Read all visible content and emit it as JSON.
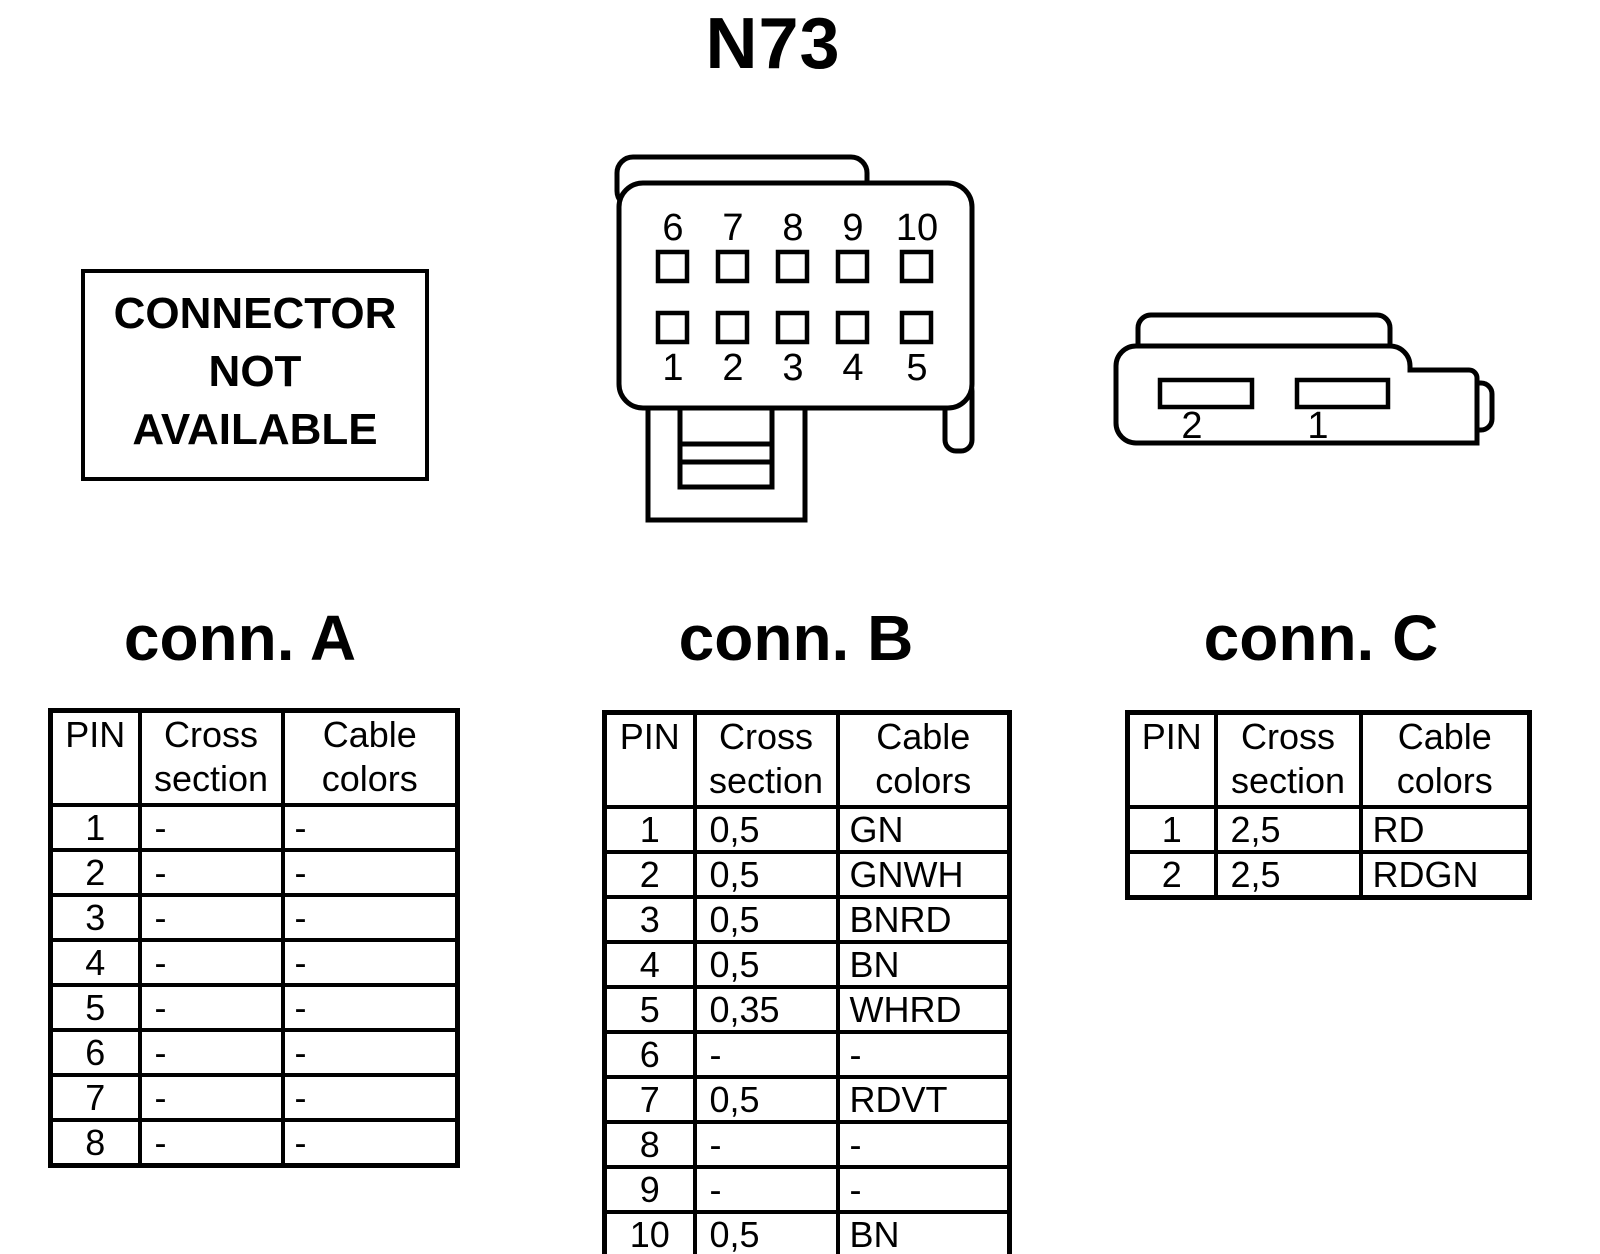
{
  "page": {
    "title": "N73",
    "background_color": "#ffffff",
    "ink_color": "#000000"
  },
  "not_available_box": {
    "lines": [
      "CONNECTOR",
      "NOT",
      "AVAILABLE"
    ]
  },
  "diagrams": {
    "connector_b": {
      "pins_top": [
        "6",
        "7",
        "8",
        "9",
        "10"
      ],
      "pins_bottom": [
        "1",
        "2",
        "3",
        "4",
        "5"
      ]
    },
    "connector_c": {
      "pin_left": "2",
      "pin_right": "1"
    }
  },
  "tables": {
    "conn_a": {
      "title": "conn. A",
      "headers": [
        "PIN",
        "Cross section",
        "Cable colors"
      ],
      "rows": [
        [
          "1",
          "-",
          "-"
        ],
        [
          "2",
          "-",
          "-"
        ],
        [
          "3",
          "-",
          "-"
        ],
        [
          "4",
          "-",
          "-"
        ],
        [
          "5",
          "-",
          "-"
        ],
        [
          "6",
          "-",
          "-"
        ],
        [
          "7",
          "-",
          "-"
        ],
        [
          "8",
          "-",
          "-"
        ]
      ]
    },
    "conn_b": {
      "title": "conn. B",
      "headers": [
        "PIN",
        "Cross section",
        "Cable colors"
      ],
      "rows": [
        [
          "1",
          "0,5",
          "GN"
        ],
        [
          "2",
          "0,5",
          "GNWH"
        ],
        [
          "3",
          "0,5",
          "BNRD"
        ],
        [
          "4",
          "0,5",
          "BN"
        ],
        [
          "5",
          "0,35",
          "WHRD"
        ],
        [
          "6",
          "-",
          "-"
        ],
        [
          "7",
          "0,5",
          "RDVT"
        ],
        [
          "8",
          "-",
          "-"
        ],
        [
          "9",
          "-",
          "-"
        ],
        [
          "10",
          "0,5",
          "BN"
        ]
      ]
    },
    "conn_c": {
      "title": "conn. C",
      "headers": [
        "PIN",
        "Cross section",
        "Cable colors"
      ],
      "rows": [
        [
          "1",
          "2,5",
          "RD"
        ],
        [
          "2",
          "2,5",
          "RDGN"
        ]
      ]
    }
  }
}
